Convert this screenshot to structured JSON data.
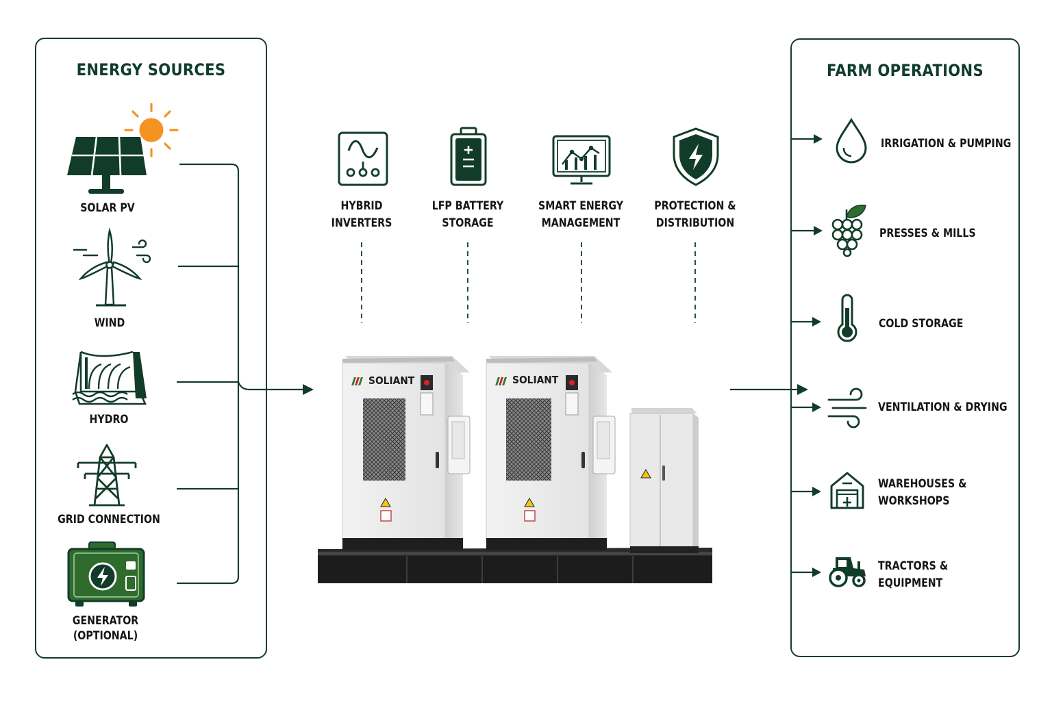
{
  "colors": {
    "dark_green": "#123c2a",
    "accent_green": "#2e6b2c",
    "sun_orange": "#f39322",
    "brand_red": "#cc2026"
  },
  "left_panel": {
    "title": "ENERGY SOURCES",
    "sources": [
      {
        "label": "SOLAR PV",
        "icon": "solar-panel-icon"
      },
      {
        "label": "WIND",
        "icon": "wind-turbine-icon"
      },
      {
        "label": "HYDRO",
        "icon": "hydro-dam-icon"
      },
      {
        "label": "GRID CONNECTION",
        "icon": "power-tower-icon"
      },
      {
        "label_line1": "GENERATOR",
        "label_line2": "(OPTIONAL)",
        "icon": "generator-icon"
      }
    ]
  },
  "center": {
    "components": [
      {
        "line1": "HYBRID",
        "line2": "INVERTERS",
        "icon": "inverter-icon"
      },
      {
        "line1": "LFP BATTERY",
        "line2": "STORAGE",
        "icon": "battery-icon"
      },
      {
        "line1": "SMART ENERGY",
        "line2": "MANAGEMENT",
        "icon": "monitor-chart-icon"
      },
      {
        "line1": "PROTECTION &",
        "line2": "DISTRIBUTION",
        "icon": "shield-bolt-icon"
      }
    ],
    "brand": "SOLIANT"
  },
  "right_panel": {
    "title": "FARM OPERATIONS",
    "operations": [
      {
        "line1": "IRRIGATION & PUMPING",
        "icon": "water-drop-icon"
      },
      {
        "line1": "PRESSES & MILLS",
        "icon": "grapes-icon"
      },
      {
        "line1": "COLD STORAGE",
        "icon": "thermometer-icon"
      },
      {
        "line1": "VENTILATION & DRYING",
        "icon": "wind-icon"
      },
      {
        "line1": "WAREHOUSES &",
        "line2": "WORKSHOPS",
        "icon": "warehouse-icon"
      },
      {
        "line1": "TRACTORS &",
        "line2": "EQUIPMENT",
        "icon": "tractor-icon"
      }
    ]
  }
}
